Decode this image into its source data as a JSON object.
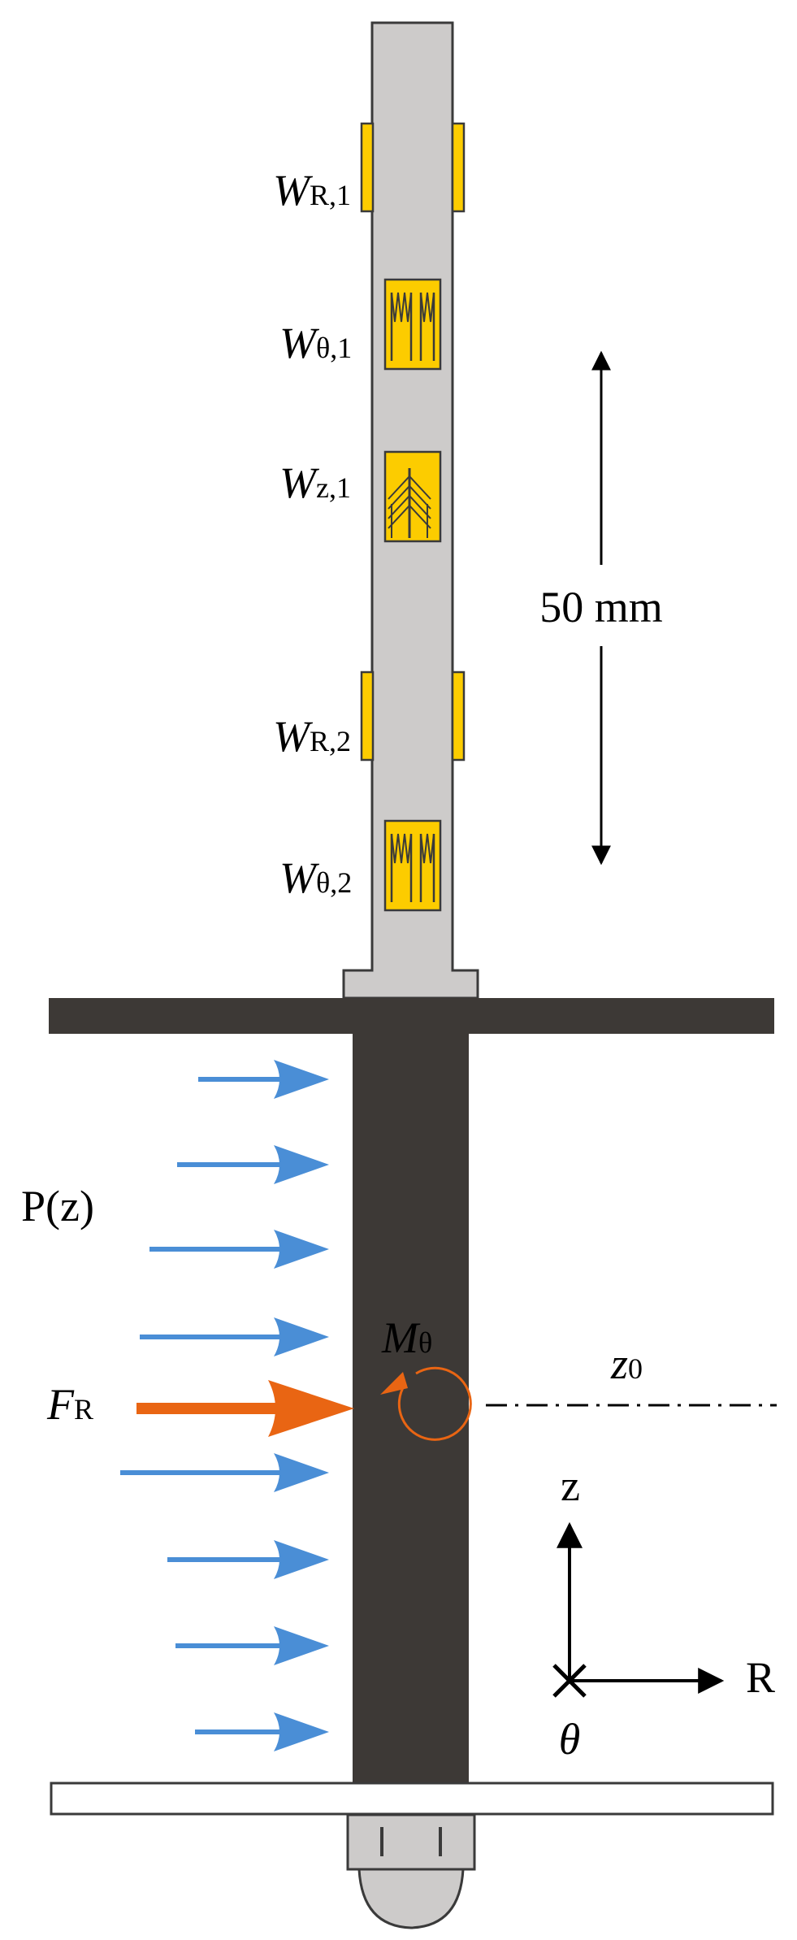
{
  "colors": {
    "shaft_light": "#cdcbca",
    "shaft_stroke": "#3a3a3a",
    "base_dark": "#3d3936",
    "gauge_fill": "#fccc00",
    "pressure_blue": "#4a8ed6",
    "force_orange": "#e96513",
    "bottom_plate": "#ffffff"
  },
  "gauges": {
    "wr1": {
      "main": "W",
      "sub": "R,1"
    },
    "wt1": {
      "main": "W",
      "sub": "θ,1"
    },
    "wz1": {
      "main": "W",
      "sub": "z,1"
    },
    "wr2": {
      "main": "W",
      "sub": "R,2"
    },
    "wt2": {
      "main": "W",
      "sub": "θ,2"
    }
  },
  "dimension": {
    "label": "50 mm"
  },
  "loads": {
    "pressure_label": "P(z)",
    "force_main": "F",
    "force_sub": "R",
    "moment_main": "M",
    "moment_sub": "θ",
    "z0_main": "z",
    "z0_sub": "0"
  },
  "axes": {
    "z_label": "z",
    "r_label": "R",
    "theta_label": "θ"
  },
  "icons": [
    "pressure-arrow-icon",
    "force-arrow-icon",
    "moment-arrow-icon",
    "axis-cross-icon"
  ]
}
